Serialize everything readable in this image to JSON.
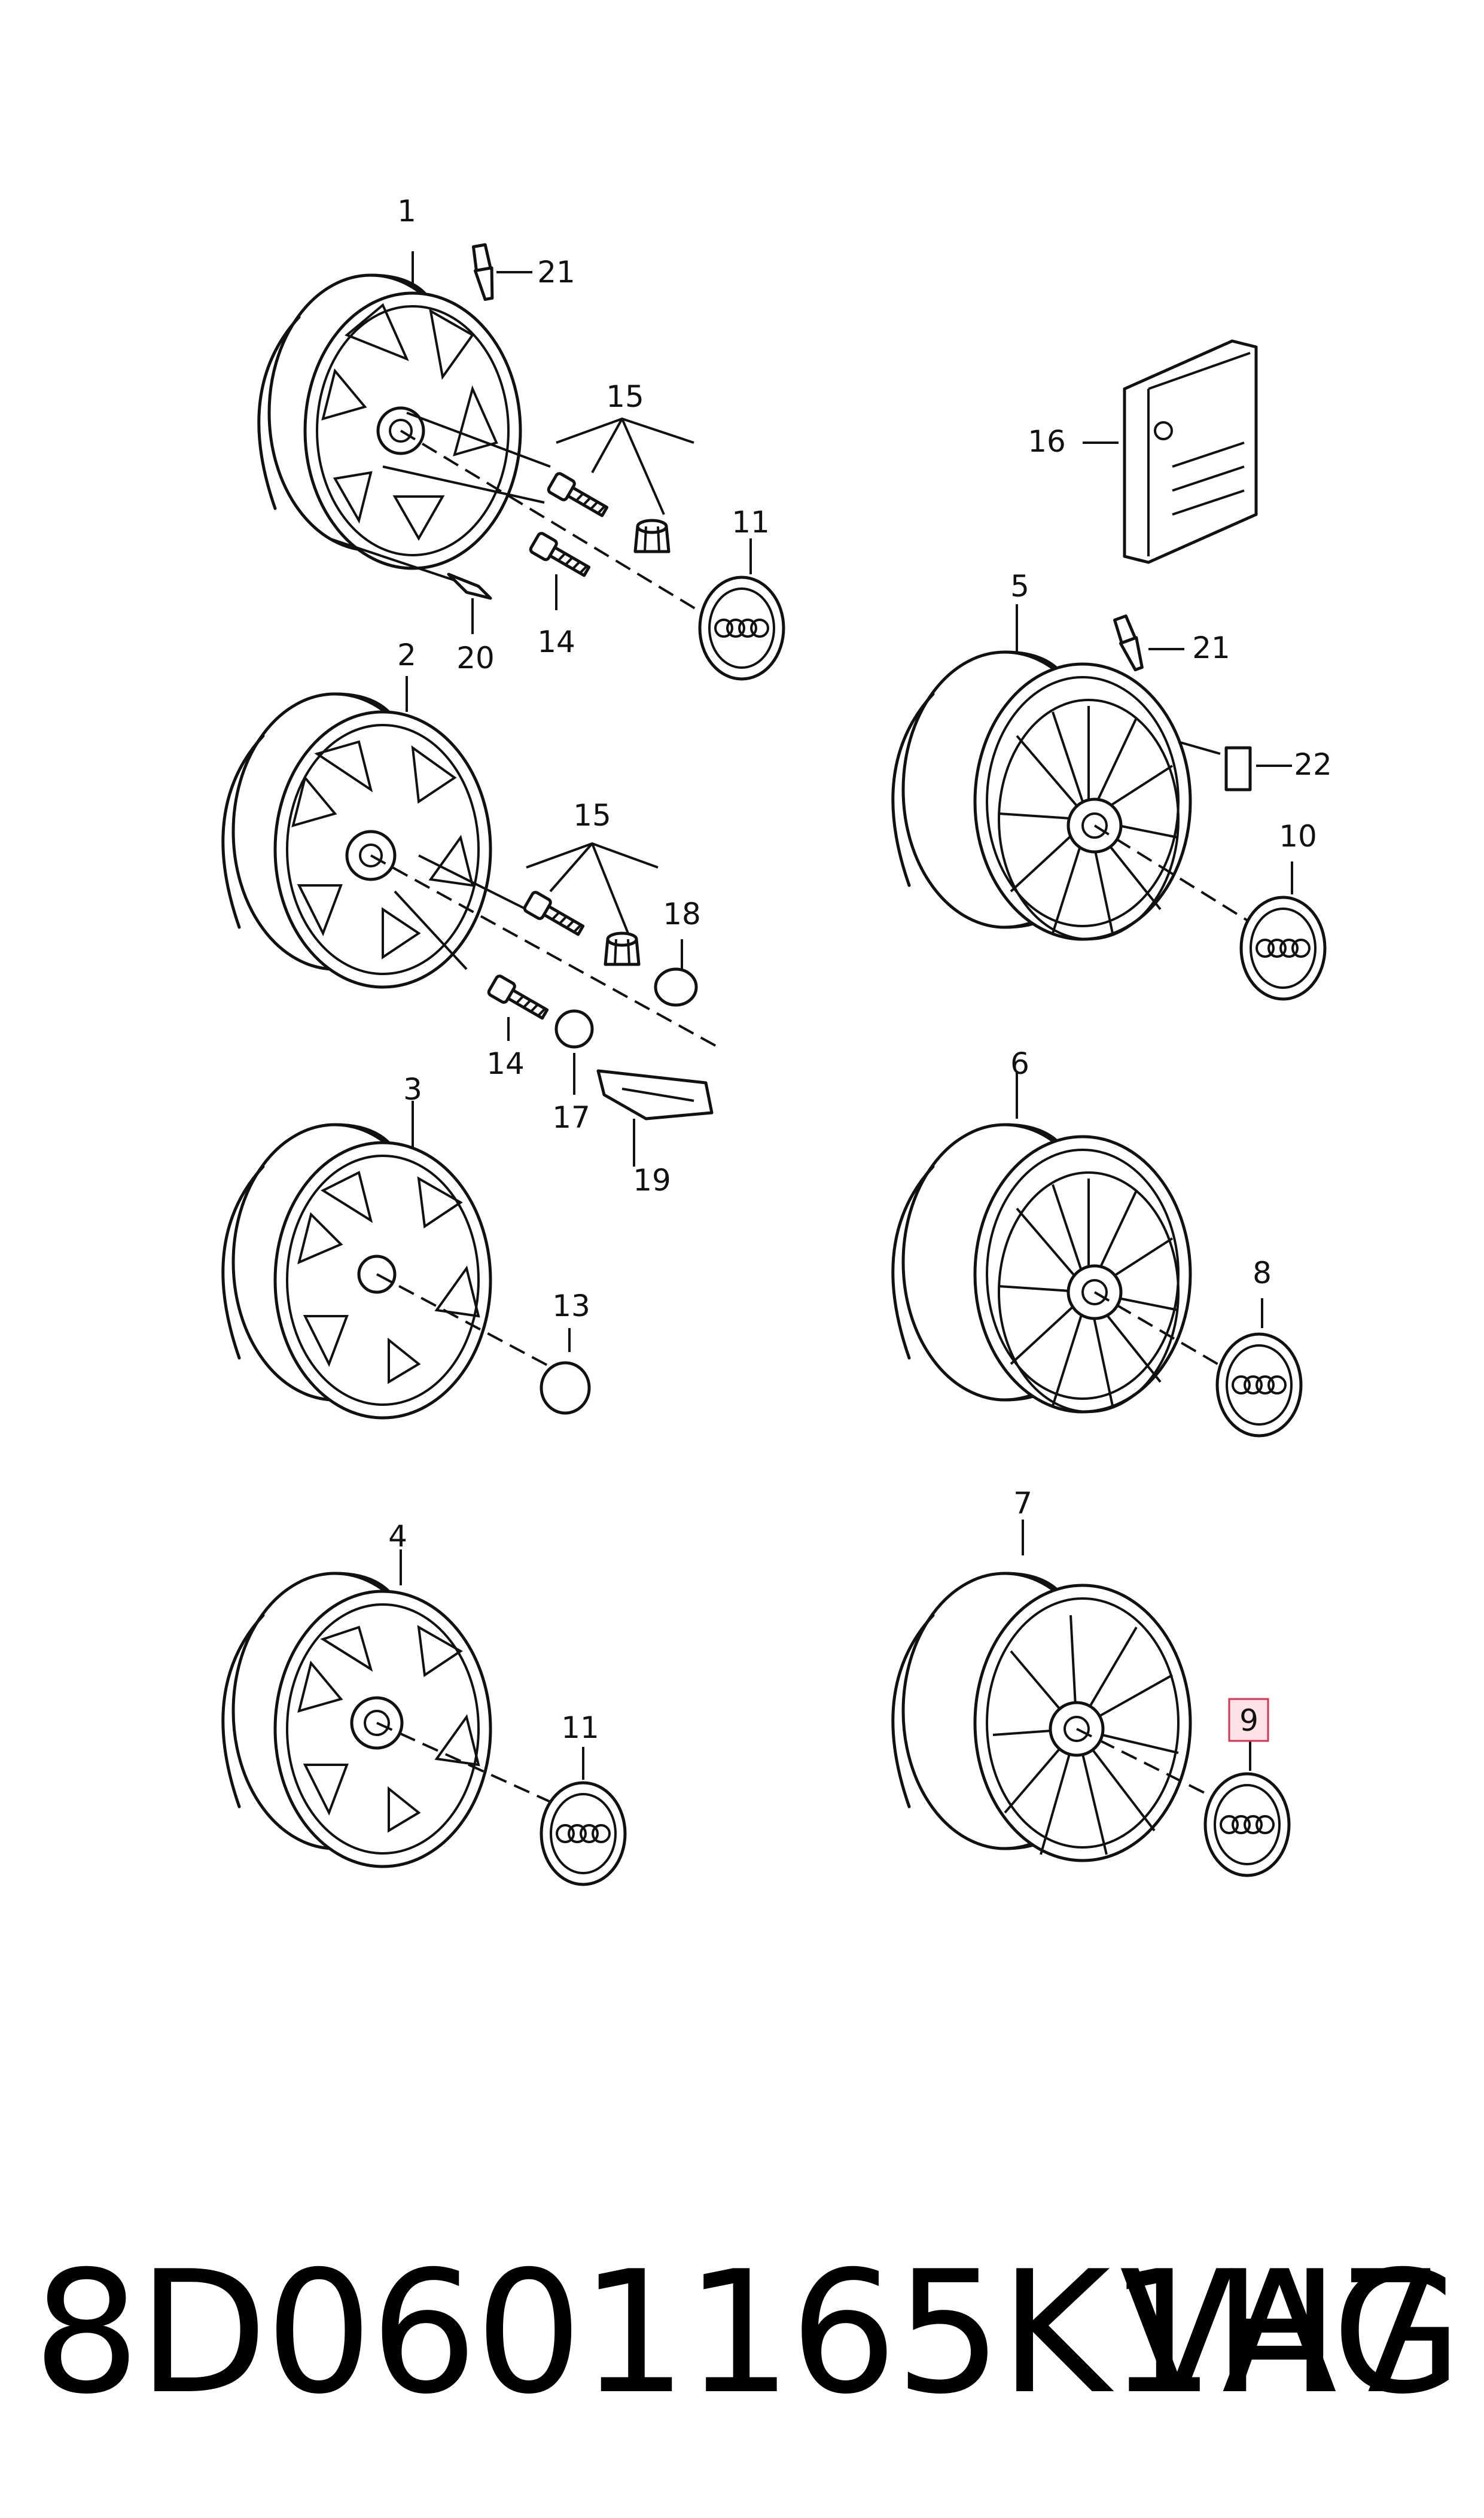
{
  "diagram": {
    "callouts": {
      "c1": "1",
      "c2": "2",
      "c3": "3",
      "c4": "4",
      "c5": "5",
      "c6": "6",
      "c7": "7",
      "c8": "8",
      "c9": "9",
      "c10": "10",
      "c11a": "11",
      "c11b": "11",
      "c13": "13",
      "c14a": "14",
      "c14b": "14",
      "c15a": "15",
      "c15b": "15",
      "c16": "16",
      "c17": "17",
      "c18": "18",
      "c19": "19",
      "c20": "20",
      "c21a": "21",
      "c21b": "21",
      "c22": "22"
    },
    "highlighted_callout": "9",
    "highlight_color": "#d83050"
  },
  "footer": {
    "part_number": "8D0601165K1H7",
    "brand": "VAG"
  }
}
